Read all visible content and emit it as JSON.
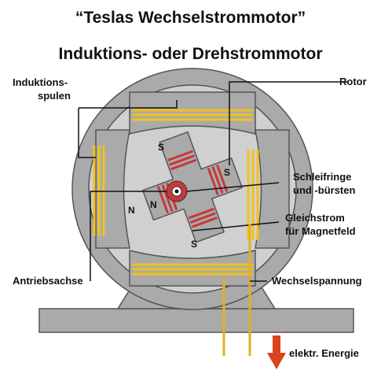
{
  "title": {
    "line1": "“Teslas Wechselstrommotor”",
    "line2": "Induktions- oder Drehstrommotor"
  },
  "labels": {
    "induktionsspulen_1": "Induktions-",
    "induktionsspulen_2": "spulen",
    "rotor": "Rotor",
    "schleifringe_1": "Schleifringe",
    "schleifringe_2": "und -bürsten",
    "gleichstrom_1": "Gleichstrom",
    "gleichstrom_2": "für Magnetfeld",
    "antriebsachse": "Antriebsachse",
    "wechselspannung": "Wechselspannung",
    "energie": "elektr. Energie"
  },
  "poles": {
    "top": "S",
    "right": "S",
    "bottom": "S",
    "left": "N",
    "bottom_left": "N"
  },
  "colors": {
    "housing": "#aaaaaa",
    "inner": "#d0d0d0",
    "coil_stator": "#f2c21a",
    "coil_rotor": "#c8383a",
    "arrow": "#d9431e",
    "wire": "#e2b21c"
  }
}
